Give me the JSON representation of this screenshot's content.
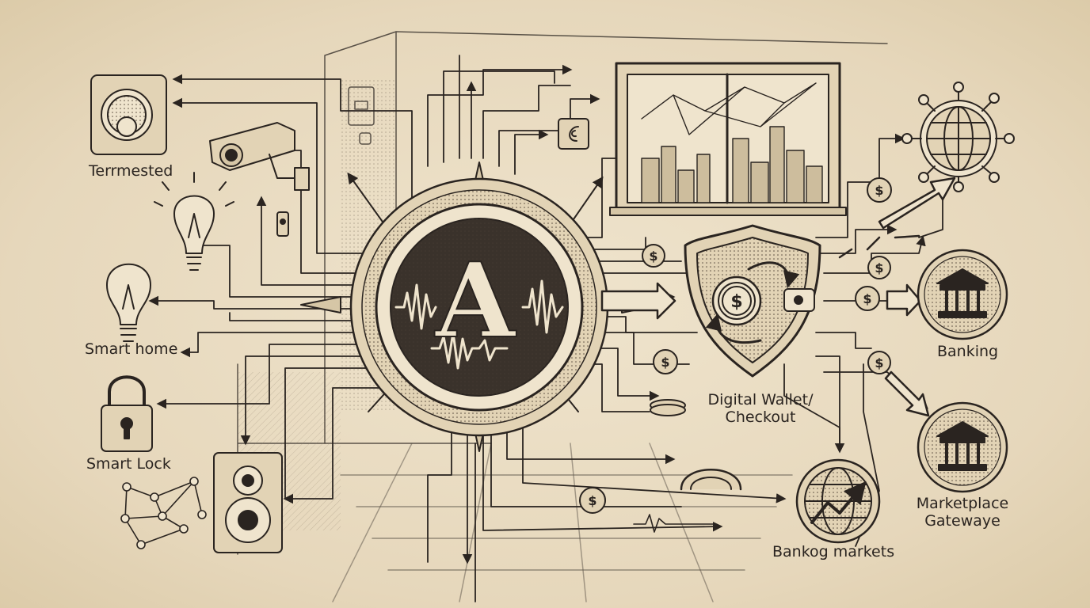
{
  "hub": {
    "letter": "A"
  },
  "labels": {
    "terrmested": "Terrmested",
    "smart_home": "Smart home",
    "smart_lock": "Smart Lock",
    "digital_wallet_line1": "Digital Wallet/",
    "digital_wallet_line2": "Checkout",
    "banking": "Banking",
    "marketplace_line1": "Marketplace",
    "marketplace_line2": "Gatewaye",
    "bankog_markets": "Bankog markets"
  },
  "icons": {
    "currency": "$"
  },
  "colors": {
    "ink": "#2a2420",
    "paper": "#e9dcc2",
    "shade": "#cdbd9d"
  }
}
